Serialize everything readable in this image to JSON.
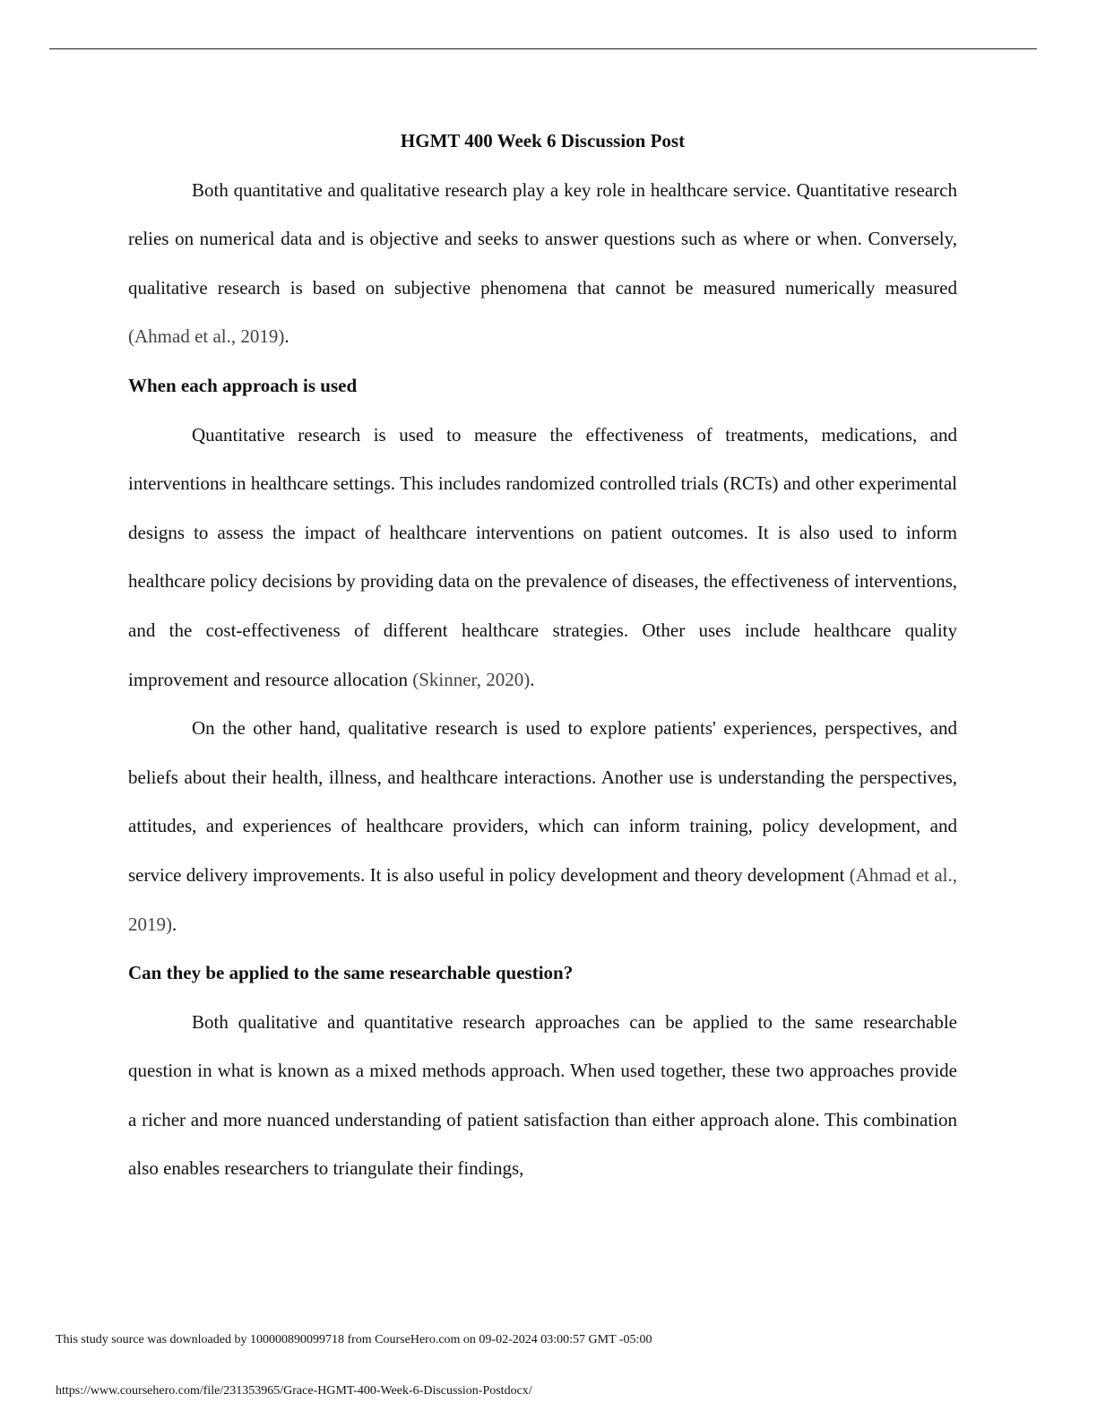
{
  "document": {
    "title": "HGMT 400 Week 6 Discussion Post",
    "paragraphs": [
      {
        "text": "Both quantitative and qualitative research play a key role in healthcare service. Quantitative research relies on numerical data and is objective and seeks to answer questions such as where or when. Conversely, qualitative research is based on subjective phenomena that cannot be measured numerically measured ",
        "citation": "(Ahmad et al., 2019)",
        "end": "."
      }
    ],
    "section1": {
      "heading": "When each approach is used",
      "paragraphs": [
        {
          "text": "Quantitative research is used to measure the effectiveness of treatments, medications, and interventions in healthcare settings. This includes randomized controlled trials (RCTs) and other experimental designs to assess the impact of healthcare interventions on patient outcomes. It is also used to inform healthcare policy decisions by providing data on the prevalence of diseases, the effectiveness of interventions, and the cost-effectiveness of different healthcare strategies. Other uses include healthcare quality improvement and resource allocation ",
          "citation": "(Skinner, 2020)",
          "end": "."
        },
        {
          "text": "On the other hand, qualitative research is used to explore patients' experiences, perspectives, and beliefs about their health, illness, and healthcare interactions. Another use is understanding the perspectives, attitudes, and experiences of healthcare providers, which can inform training, policy development, and service delivery improvements. It is also useful in policy development and theory development ",
          "citation": "(Ahmad et al., 2019)",
          "end": "."
        }
      ]
    },
    "section2": {
      "heading": "Can they be applied to the same researchable question?",
      "paragraphs": [
        {
          "text": "Both qualitative and quantitative research approaches can be applied to the same researchable question in what is known as a mixed methods approach. When used together, these two approaches provide a richer and more nuanced understanding of patient satisfaction than either approach alone. This combination also enables researchers to triangulate their findings,"
        }
      ]
    }
  },
  "footer": {
    "source_note": "This study source was downloaded by 100000890099718 from CourseHero.com on 09-02-2024 03:00:57 GMT -05:00",
    "url": "https://www.coursehero.com/file/231353965/Grace-HGMT-400-Week-6-Discussion-Postdocx/"
  }
}
